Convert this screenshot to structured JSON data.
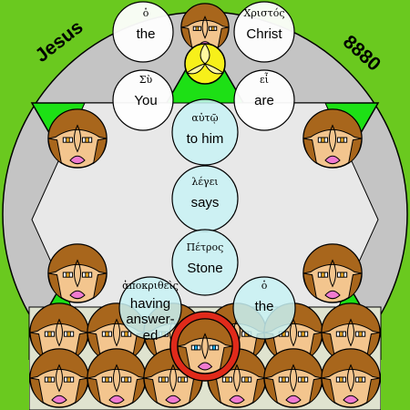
{
  "title_left": "Jesus",
  "title_right": "8880",
  "words": [
    {
      "id": "o1",
      "greek": "ὁ",
      "english": "the"
    },
    {
      "id": "christos",
      "greek": "Χριστός",
      "english": "Christ"
    },
    {
      "id": "su",
      "greek": "Σὺ",
      "english": "You"
    },
    {
      "id": "ei",
      "greek": "εἶ",
      "english": "are"
    },
    {
      "id": "auto",
      "greek": "αὐτῷ",
      "english": "to him"
    },
    {
      "id": "legei",
      "greek": "λέγει",
      "english": "says"
    },
    {
      "id": "petros",
      "greek": "Πέτρος",
      "english": "Stone"
    },
    {
      "id": "apokr",
      "greek": "ἀποκριθεὶς",
      "english": "having answer-ed"
    },
    {
      "id": "o2",
      "greek": "ὁ",
      "english": "the"
    }
  ],
  "colors": {
    "background": "#6ac91f",
    "big_circle": "#c4c4c4",
    "hexagram": "#1de015",
    "hexagram_center": "#e8e8e8",
    "bottom_panel": "#dfe3cf",
    "word_circle_white": "#ffffff",
    "word_circle_cyan": "#c8f2f4",
    "face_skin": "#f3c58e",
    "face_hair": "#a8661c",
    "yellow_flower": "#f7f01a",
    "red_accent": "#e02a1a",
    "blue_eye": "#19a7e8"
  }
}
